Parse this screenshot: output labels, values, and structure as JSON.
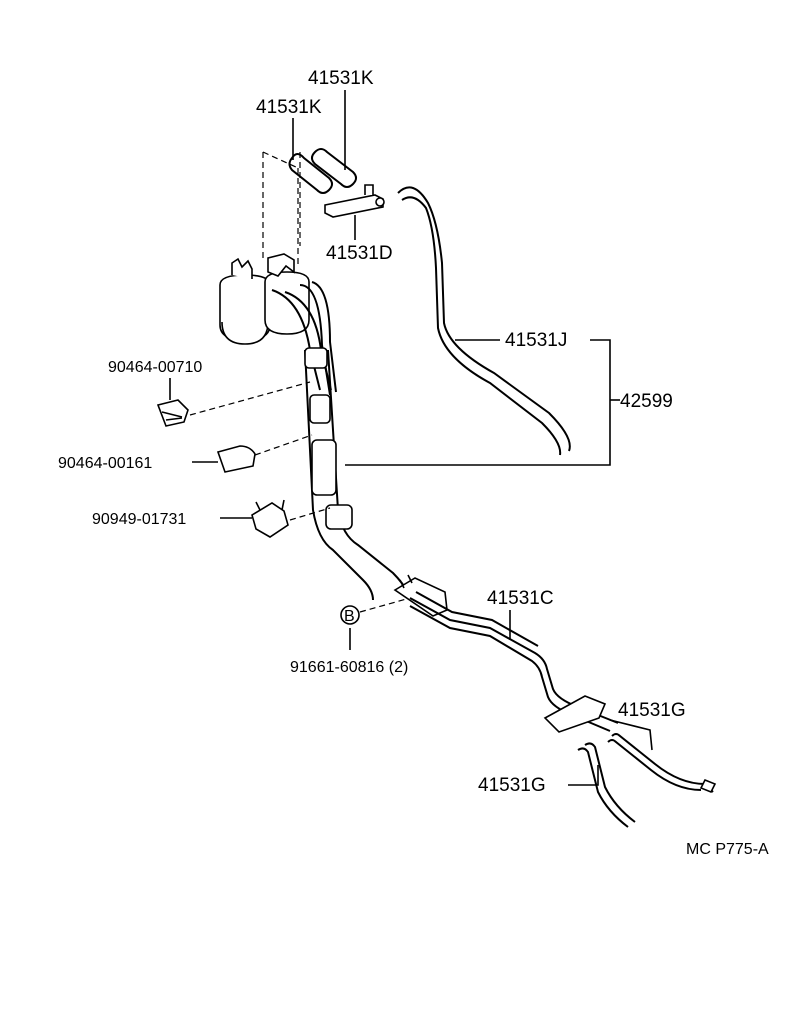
{
  "labels": {
    "k_top": "41531K",
    "k_second": "41531K",
    "d": "41531D",
    "j": "41531J",
    "assy": "42599",
    "clip_710": "90464-00710",
    "clip_161": "90464-00161",
    "clamp_731": "90949-01731",
    "bolt_symbol": "B",
    "bolt": "91661-60816 (2)",
    "c": "41531C",
    "g_right": "41531G",
    "g_left": "41531G",
    "code": "MC P775-A"
  }
}
